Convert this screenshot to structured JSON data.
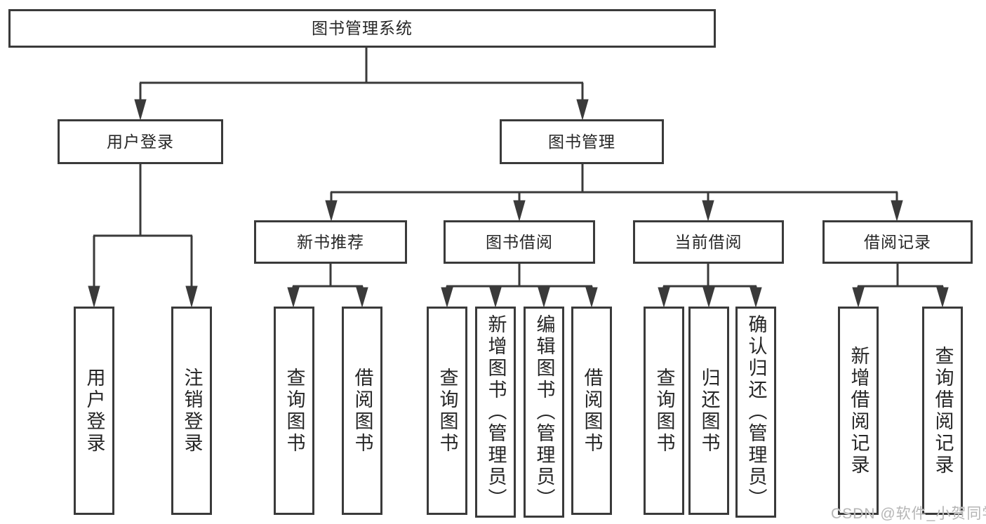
{
  "page": {
    "watermark": "CSDN @软件_小贺同学"
  },
  "colors": {
    "line": "#3a3a3a",
    "text": "#262626",
    "watermark": "#b5b5b5",
    "background": "#ffffff"
  },
  "tree": {
    "root": "图书管理系统",
    "user_login": {
      "label": "用户登录",
      "children": [
        {
          "label": "用户登录"
        },
        {
          "label": "注销登录"
        }
      ]
    },
    "book_management": {
      "label": "图书管理",
      "children": [
        {
          "label": "新书推荐",
          "children": [
            {
              "label": "查询图书"
            },
            {
              "label": "借阅图书"
            }
          ]
        },
        {
          "label": "图书借阅",
          "children": [
            {
              "label": "查询图书"
            },
            {
              "label": "新增图书（管理员）"
            },
            {
              "label": "编辑图书（管理员）"
            },
            {
              "label": "借阅图书"
            }
          ]
        },
        {
          "label": "当前借阅",
          "children": [
            {
              "label": "查询图书"
            },
            {
              "label": "归还图书"
            },
            {
              "label": "确认归还（管理员）"
            }
          ]
        },
        {
          "label": "借阅记录",
          "children": [
            {
              "label": "新增借阅记录"
            },
            {
              "label": "查询借阅记录"
            }
          ]
        }
      ]
    }
  }
}
